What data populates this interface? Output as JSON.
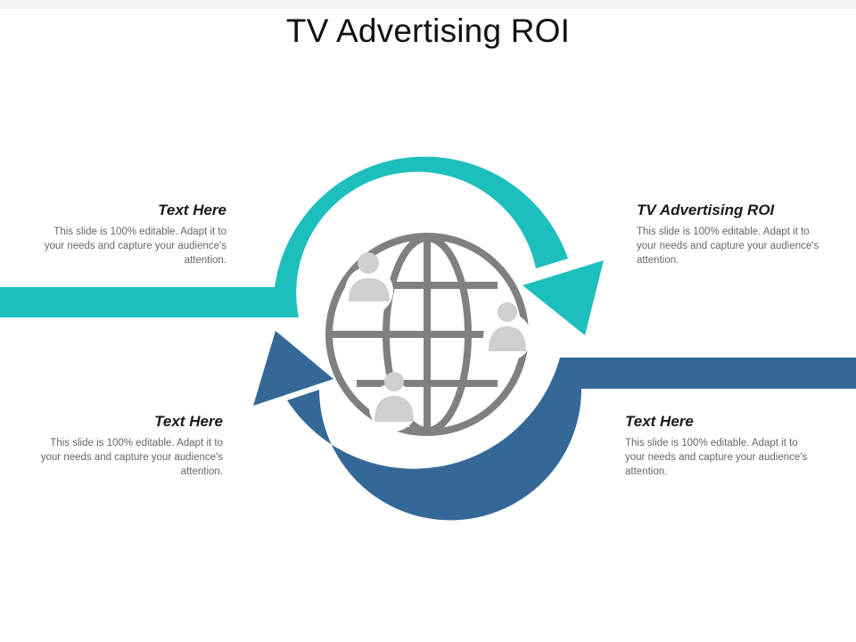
{
  "slide": {
    "title": "TV Advertising ROI"
  },
  "colors": {
    "teal_arrow": "#1dbfbc",
    "blue_arrow": "#356896",
    "globe": "#808080",
    "person": "#cfcfcf"
  },
  "icons": [
    "globe-icon",
    "person-icon"
  ],
  "blocks": {
    "top_left": {
      "heading": "Text Here",
      "body": "This slide is 100% editable. Adapt it to your needs and capture your audience's attention."
    },
    "top_right": {
      "heading": "TV Advertising ROI",
      "body": "This slide is 100% editable. Adapt it to your needs and capture your audience's attention."
    },
    "bottom_left": {
      "heading": "Text Here",
      "body": "This slide is 100% editable. Adapt it to your needs and capture your audience's attention."
    },
    "bottom_right": {
      "heading": "Text Here",
      "body": "This slide is 100% editable. Adapt it to your needs and capture your audience's attention."
    }
  }
}
